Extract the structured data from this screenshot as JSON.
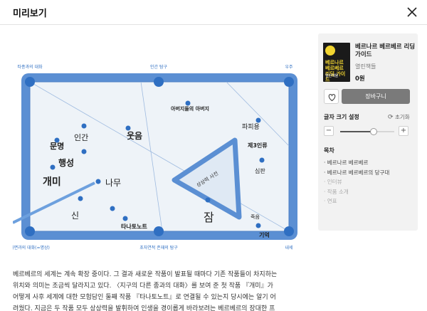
{
  "header": {
    "title": "미리보기"
  },
  "figure": {
    "labels": {
      "top_left": "타종과의 대화",
      "top_center": "인간 탐구",
      "top_right": "우주",
      "bottom_left": "내면과의 대화(=명상)",
      "bottom_center": "초자연적 존재의 탐구",
      "bottom_right": "내세"
    },
    "words": [
      "개미",
      "나무",
      "문명",
      "행성",
      "인간",
      "파피용",
      "제3인류",
      "잠",
      "신",
      "기억",
      "죽음",
      "심판",
      "웃음",
      "타나토노트",
      "상상력 사전",
      "아버지들의 아버지"
    ]
  },
  "description": [
    "베르베르의 세계는 계속 확장 중이다. 그 결과 새로운 작품이 발표될 때마다 기존 작품들이 차지하는",
    "위치와 의미는 조금씩 달라지고 있다. 〈지구의 다른 종과의 대화〉를 보여 준 첫 작품 『개미』가",
    "어떻게 사후 세계에 대한 모험담인 둘째 작품 『타나토노트』로 연결될 수 있는지 당시에는 알기 어",
    "려웠다. 지금은 두 작품 모두 상상력을 발휘하여 인생을 경이롭게 바라보려는 베르베르의 장대한 프"
  ],
  "book": {
    "cover_title": "베르나르 베르베르 리딩 가이드",
    "cover_sub": "열린책들",
    "title": "베르나르 베르베르 리딩 가이드",
    "publisher": "열린책들",
    "price": "0원"
  },
  "actions": {
    "cart_label": "장바구니"
  },
  "font_size": {
    "label": "글자 크기 설정",
    "reset_label": "초기화",
    "minus": "−",
    "plus": "+",
    "level": 0.62
  },
  "toc": {
    "label": "목차",
    "items": [
      {
        "text": "· 베르나르 베르베르",
        "dim": false
      },
      {
        "text": "· 베르나르 베르베르의 당구대",
        "dim": false
      },
      {
        "text": "· 인터뷰",
        "dim": true
      },
      {
        "text": "· 작품 소개",
        "dim": true
      },
      {
        "text": "· 연표",
        "dim": true
      }
    ]
  }
}
